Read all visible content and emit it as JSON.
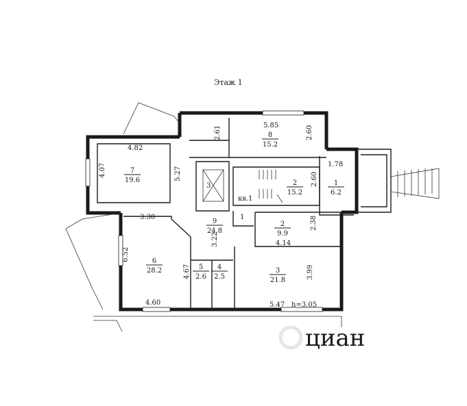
{
  "title": "Этаж 1",
  "stair_room_label": "кв.1",
  "height_label": "h=3.05",
  "rooms": [
    {
      "id": "r1",
      "number": "1",
      "area": "6.2"
    },
    {
      "id": "r2a",
      "number": "2",
      "area": "15.2"
    },
    {
      "id": "r2b",
      "number": "2",
      "area": "9.9"
    },
    {
      "id": "r3",
      "number": "3",
      "area": "21.8"
    },
    {
      "id": "r4",
      "number": "4",
      "area": "2.5"
    },
    {
      "id": "r5",
      "number": "5",
      "area": "2.6"
    },
    {
      "id": "r6",
      "number": "6",
      "area": "28.2"
    },
    {
      "id": "r7",
      "number": "7",
      "area": "19.6"
    },
    {
      "id": "r8",
      "number": "8",
      "area": "15.2"
    },
    {
      "id": "r9",
      "number": "9",
      "area": "24.8"
    }
  ],
  "elevator_number": "3",
  "small_label_1": "1",
  "dimensions": [
    "5.85",
    "2.61",
    "2.60",
    "4.82",
    "4.07",
    "5.27",
    "1.78",
    "2.60",
    "3.30",
    "2.38",
    "4.14",
    "3.22",
    "6.52",
    "4.67",
    "3.99",
    "4.60",
    "5.47"
  ],
  "watermark": "циан"
}
